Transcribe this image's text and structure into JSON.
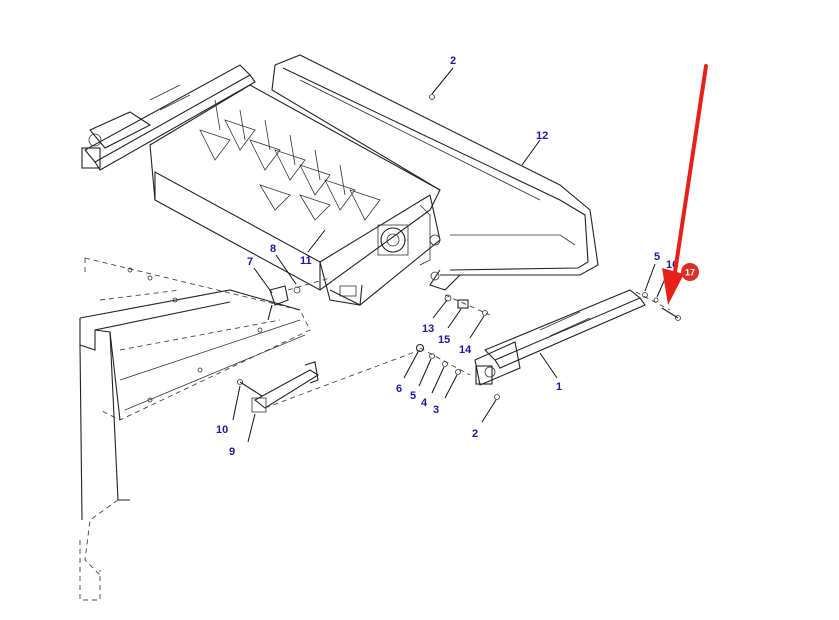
{
  "callouts": {
    "c2_top": "2",
    "c12": "12",
    "c11": "11",
    "c8": "8",
    "c7": "7",
    "c5_right": "5",
    "c16": "16",
    "c13": "13",
    "c15": "15",
    "c14": "14",
    "c1": "1",
    "c6": "6",
    "c5_lower": "5",
    "c4": "4",
    "c3": "3",
    "c2_bottom": "2",
    "c10": "10",
    "c9": "9"
  },
  "highlight": {
    "badge_label": "17",
    "arrow_color": "#e8201c",
    "badge_color": "#d9302a"
  },
  "colors": {
    "callout_text": "#1a1aa6",
    "line_art": "#222222"
  }
}
